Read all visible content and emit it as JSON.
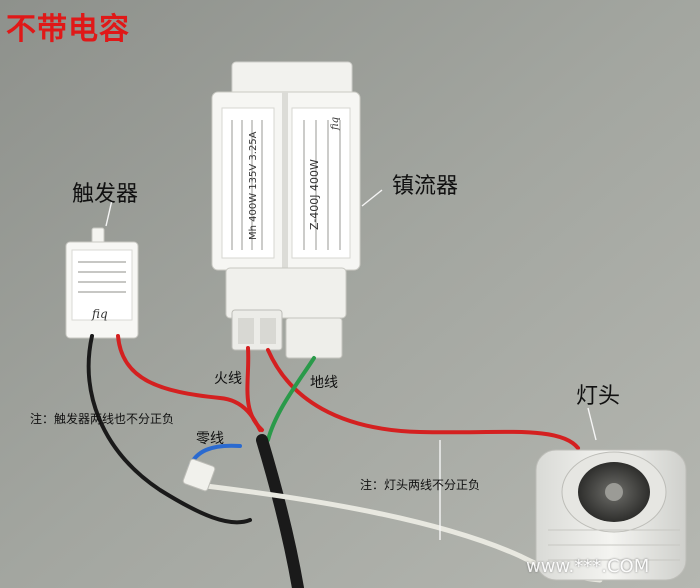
{
  "title": "不带电容",
  "labels": {
    "ballast": "镇流器",
    "igniter": "触发器",
    "lamp_holder": "灯头",
    "live_wire": "火线",
    "ground_wire": "地线",
    "neutral_wire": "零线",
    "note_igniter": "注：触发器两线也不分正负",
    "note_lamp": "注：灯头两线不分正负"
  },
  "ballast_print": {
    "model": "Z-400J 400W",
    "spec": "Mh 400W 135V 3.25A",
    "brand_mark": "fiq"
  },
  "igniter_print": {
    "brand_mark": "fiq"
  },
  "watermark": "www.***.COM",
  "colors": {
    "title_red": "#e01818",
    "wall": "#9a9c96",
    "wire_red": "#d42020",
    "wire_green": "#2a9a4a",
    "wire_blue": "#2a6ad0",
    "wire_black": "#1a1a1a",
    "wire_white": "#e8e8e0"
  }
}
